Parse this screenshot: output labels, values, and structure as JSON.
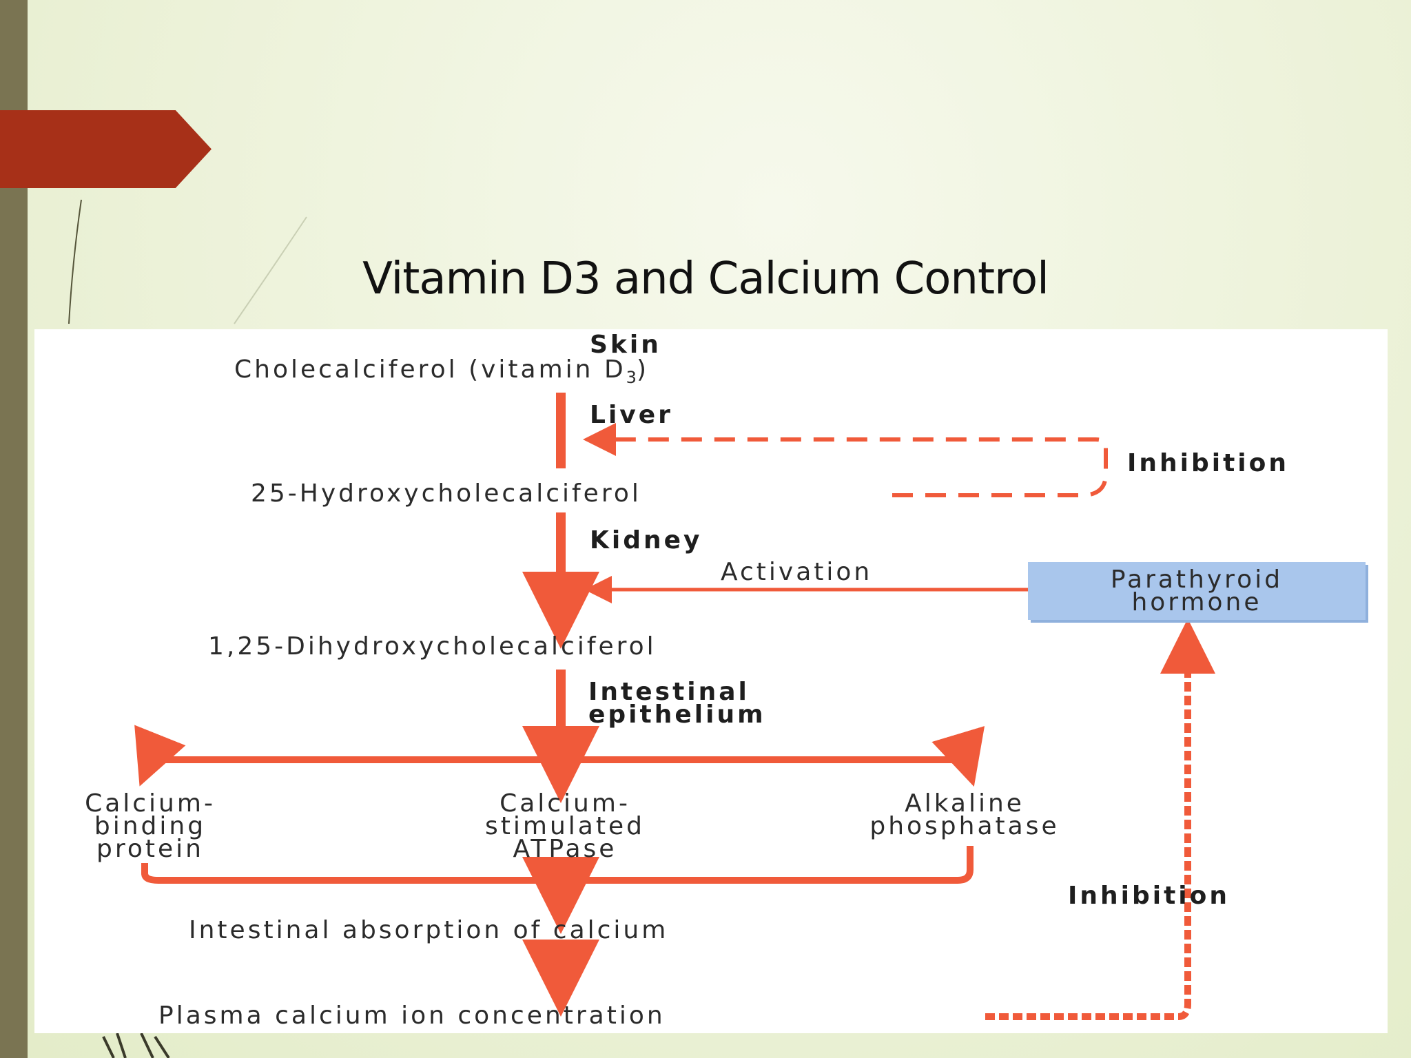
{
  "slide": {
    "title": "Vitamin D3 and Calcium Control"
  },
  "diagram": {
    "skin": "Skin",
    "cholecalciferol": "Cholecalciferol (vitamin D",
    "cholecalciferol_sub": "3",
    "cholecalciferol_end": ")",
    "liver": "Liver",
    "inhibition_top": "Inhibition",
    "hydroxy": "25-Hydroxycholecalciferol",
    "kidney": "Kidney",
    "activation": "Activation",
    "pth_line1": "Parathyroid",
    "pth_line2": "hormone",
    "dihydroxy": "1,25-Dihydroxycholecalciferol",
    "intestinal_line1": "Intestinal",
    "intestinal_line2": "epithelium",
    "cbp_line1": "Calcium-",
    "cbp_line2": "binding",
    "cbp_line3": "protein",
    "csa_line1": "Calcium-",
    "csa_line2": "stimulated",
    "csa_line3": "ATPase",
    "alk_line1": "Alkaline",
    "alk_line2": "phosphatase",
    "inhibition_bottom": "Inhibition",
    "absorption": "Intestinal absorption of calcium",
    "plasma": "Plasma calcium ion concentration"
  },
  "colors": {
    "arrow": "#f05a3a",
    "accent_tab": "#a73018",
    "left_bar": "#7a7452",
    "pth_box": "#a9c6ec"
  }
}
